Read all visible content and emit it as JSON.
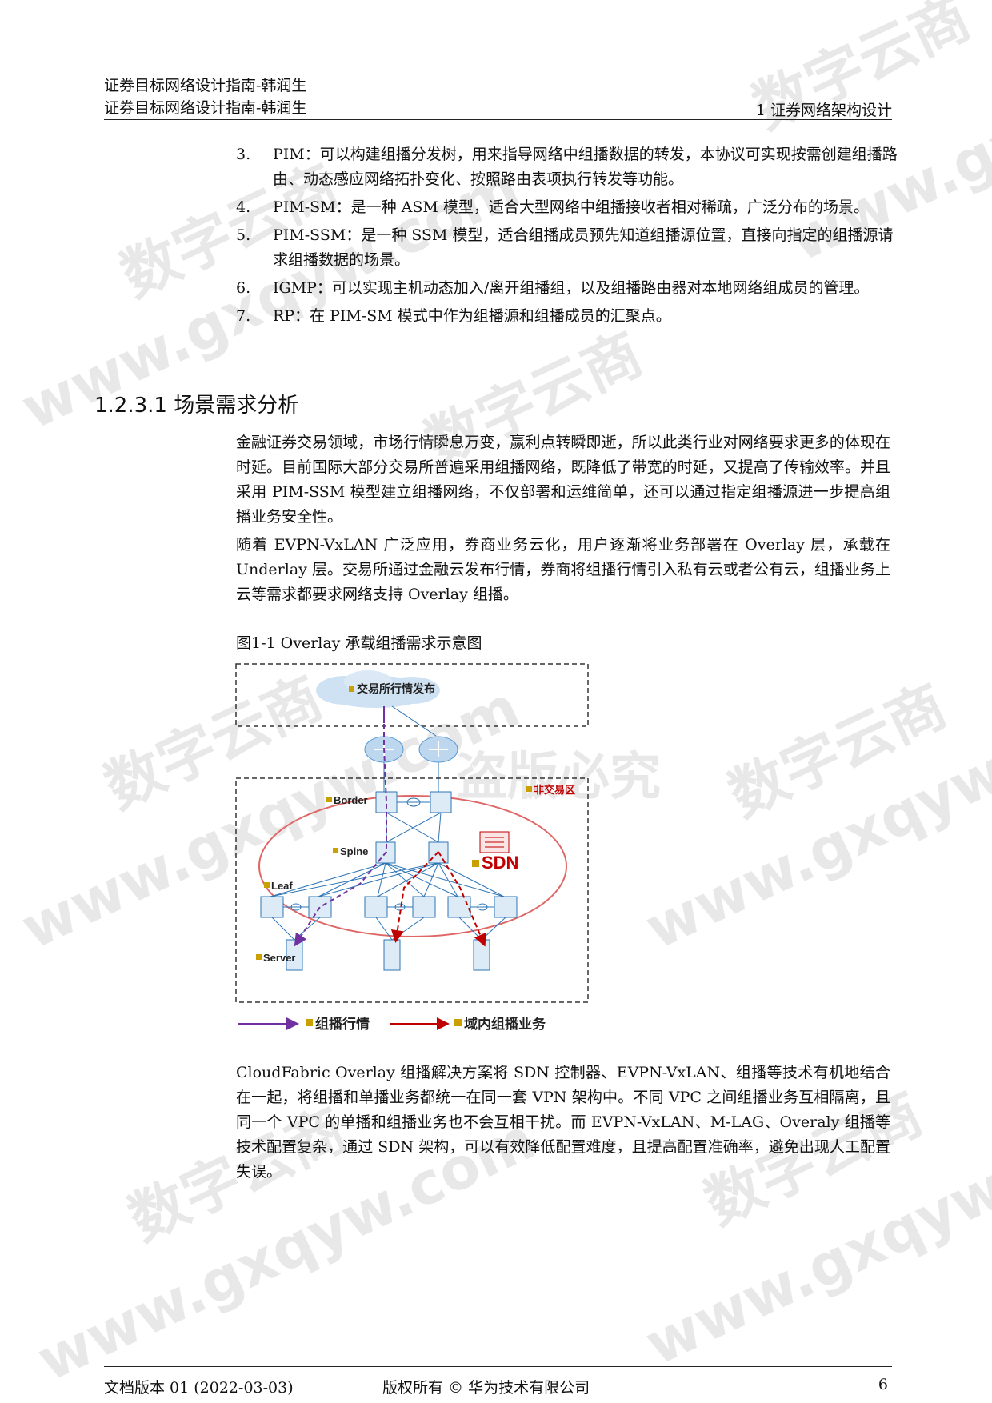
{
  "header": {
    "line1": "证券目标网络设计指南-韩润生",
    "line2": "证券目标网络设计指南-韩润生",
    "chapter": "1 证券网络架构设计"
  },
  "list_items": [
    {
      "num": "3.",
      "text": "PIM：可以构建组播分发树，用来指导网络中组播数据的转发，本协议可实现按需创建组播路由、动态感应网络拓扑变化、按照路由表项执行转发等功能。"
    },
    {
      "num": "4.",
      "text": "PIM-SM：是一种 ASM 模型，适合大型网络中组播接收者相对稀疏，广泛分布的场景。"
    },
    {
      "num": "5.",
      "text": "PIM-SSM：是一种 SSM 模型，适合组播成员预先知道组播源位置，直接向指定的组播源请求组播数据的场景。"
    },
    {
      "num": "6.",
      "text": "IGMP：可以实现主机动态加入/离开组播组，以及组播路由器对本地网络组成员的管理。"
    },
    {
      "num": "7.",
      "text": "RP：在 PIM-SM 模式中作为组播源和组播成员的汇聚点。"
    }
  ],
  "section_title": "1.2.3.1 场景需求分析",
  "paragraphs": {
    "p1": "金融证券交易领域，市场行情瞬息万变，赢利点转瞬即逝，所以此类行业对网络要求更多的体现在时延。目前国际大部分交易所普遍采用组播网络，既降低了带宽的时延，又提高了传输效率。并且采用 PIM-SSM 模型建立组播网络，不仅部署和运维简单，还可以通过指定组播源进一步提高组播业务安全性。",
    "p2": "随着 EVPN-VxLAN 广泛应用，券商业务云化，用户逐渐将业务部署在 Overlay 层，承载在 Underlay 层。交易所通过金融云发布行情，券商将组播行情引入私有云或者公有云，组播业务上云等需求都要求网络支持 Overlay  组播。",
    "p3": "CloudFabric Overlay 组播解决方案将 SDN 控制器、EVPN-VxLAN、组播等技术有机地结合在一起，将组播和单播业务都统一在同一套 VPN 架构中。不同 VPC 之间组播业务互相隔离，且同一个 VPC 的单播和组播业务也不会互相干扰。而 EVPN-VxLAN、M-LAG、Overaly 组播等技术配置复杂，通过 SDN 架构，可以有效降低配置难度，且提高配置准确率，避免出现人工配置失误。"
  },
  "figure": {
    "caption": "图1-1  Overlay 承载组播需求示意图",
    "cloud_label": "交易所行情发布",
    "zone_label": "非交易区",
    "border_label": "Border",
    "spine_label": "Spine",
    "leaf_label": "Leaf",
    "server_label": "Server",
    "sdn_label": "SDN",
    "legend_multicast": "组播行情",
    "legend_domain": "域内组播业务",
    "colors": {
      "purple": "#7030a0",
      "red": "#c00000",
      "blue": "#2e75b6",
      "gold": "#c9a000",
      "oval": "#e06666"
    }
  },
  "footer": {
    "version": "文档版本 01 (2022-03-03)",
    "copyright": "版权所有 © 华为技术有限公司",
    "page": "6"
  },
  "watermarks": [
    "数字云商",
    "www.gxqyw.com",
    "盗版必究"
  ]
}
